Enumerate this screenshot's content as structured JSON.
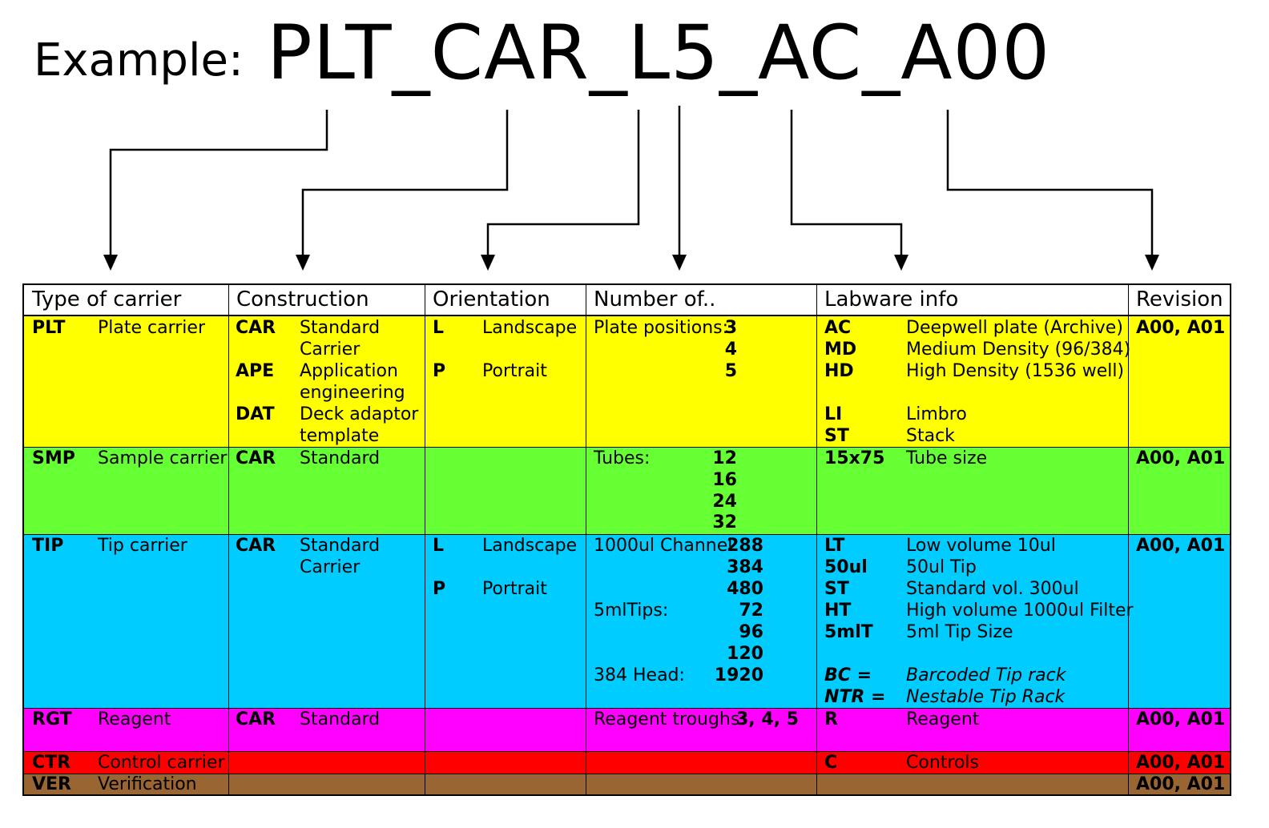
{
  "example": {
    "label": "Example:",
    "code": "PLT_CAR_L5_AC_A00"
  },
  "colors": {
    "plt": "#ffff00",
    "smp": "#66ff33",
    "tip": "#00ccff",
    "rgt": "#ff00ff",
    "ctr": "#ff0000",
    "ver": "#996633"
  },
  "headers": [
    "Type of carrier",
    "Construction",
    "Orientation",
    "Number of..",
    "Labware info",
    "Revision"
  ],
  "rows": {
    "plt": {
      "type_code": "PLT",
      "type_name": "Plate carrier",
      "construction": [
        {
          "code": "CAR",
          "line1": "Standard",
          "line2": "Carrier"
        },
        {
          "code": "APE",
          "line1": "Application",
          "line2": "engineering"
        },
        {
          "code": "DAT",
          "line1": "Deck adaptor",
          "line2": "template"
        }
      ],
      "orientation": [
        {
          "code": "L",
          "name": "Landscape"
        },
        {
          "code": "P",
          "name": "Portrait"
        }
      ],
      "number_label": "Plate positions:",
      "number_values": [
        "3",
        "4",
        "5"
      ],
      "labware": [
        {
          "code": "AC",
          "desc": "Deepwell plate (Archive)"
        },
        {
          "code": "MD",
          "desc": "Medium Density (96/384)"
        },
        {
          "code": "HD",
          "desc": "High Density (1536 well)"
        },
        {
          "code": "LI",
          "desc": "Limbro"
        },
        {
          "code": "ST",
          "desc": "Stack"
        }
      ],
      "revision": "A00, A01"
    },
    "smp": {
      "type_code": "SMP",
      "type_name": "Sample carrier",
      "construction_code": "CAR",
      "construction_name": "Standard",
      "number_label": "Tubes:",
      "number_values": [
        "12",
        "16",
        "24",
        "32"
      ],
      "labware_code": "15x75",
      "labware_desc": "Tube size",
      "revision": "A00, A01"
    },
    "tip": {
      "type_code": "TIP",
      "type_name": "Tip carrier",
      "construction_code": "CAR",
      "construction_line1": "Standard",
      "construction_line2": "Carrier",
      "orientation": [
        {
          "code": "L",
          "name": "Landscape"
        },
        {
          "code": "P",
          "name": "Portrait"
        }
      ],
      "channel_label": "1000ul Channel:",
      "channel_values": [
        "288",
        "384",
        "480"
      ],
      "tips_label": "5mlTips:",
      "tips_values": [
        "72",
        "96",
        "120"
      ],
      "head_label": "384 Head:",
      "head_value": "1920",
      "labware": [
        {
          "code": "LT",
          "desc": "Low volume 10ul"
        },
        {
          "code": "50ul",
          "desc": "50ul Tip"
        },
        {
          "code": "ST",
          "desc": "Standard vol. 300ul"
        },
        {
          "code": "HT",
          "desc": "High volume 1000ul Filter"
        },
        {
          "code": "5mlT",
          "desc": "5ml Tip Size"
        }
      ],
      "notes": [
        {
          "code": "BC =",
          "desc": "Barcoded Tip rack"
        },
        {
          "code": "NTR =",
          "desc": "Nestable Tip Rack"
        }
      ],
      "revision": "A00, A01"
    },
    "rgt": {
      "type_code": "RGT",
      "type_name": "Reagent",
      "construction_code": "CAR",
      "construction_name": "Standard",
      "number_label": "Reagent troughs:",
      "number_values": "3, 4, 5",
      "labware_code": "R",
      "labware_desc": "Reagent",
      "revision": "A00, A01"
    },
    "ctr": {
      "type_code": "CTR",
      "type_name": "Control carrier",
      "labware_code": "C",
      "labware_desc": "Controls",
      "revision": "A00, A01"
    },
    "ver": {
      "type_code": "VER",
      "type_name": "Verification",
      "revision": "A00, A01"
    }
  }
}
